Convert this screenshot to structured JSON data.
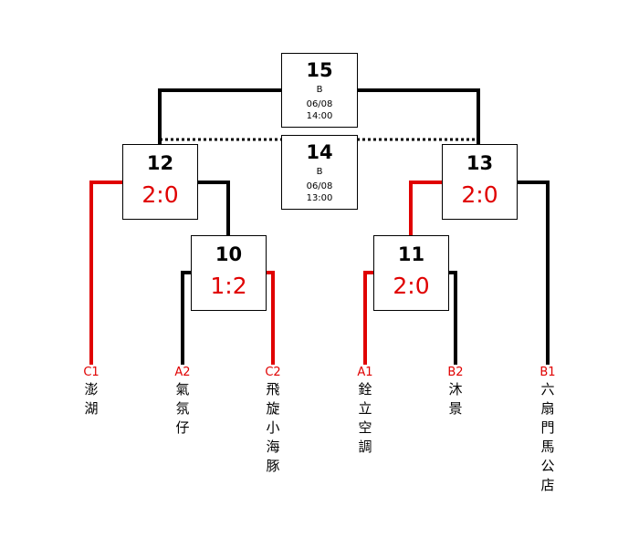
{
  "colors": {
    "winner": "#e00000",
    "normal": "#000000"
  },
  "matches": {
    "m15": {
      "num": "15",
      "group": "B",
      "date": "06/08",
      "time": "14:00"
    },
    "m14": {
      "num": "14",
      "group": "B",
      "date": "06/08",
      "time": "13:00"
    },
    "m12": {
      "num": "12",
      "score": "2:0"
    },
    "m13": {
      "num": "13",
      "score": "2:0"
    },
    "m10": {
      "num": "10",
      "score": "1:2"
    },
    "m11": {
      "num": "11",
      "score": "2:0"
    }
  },
  "teams": [
    {
      "seed": "C1",
      "name": "澎湖"
    },
    {
      "seed": "A2",
      "name": "氣氛仔"
    },
    {
      "seed": "C2",
      "name": "飛旋小海豚"
    },
    {
      "seed": "A1",
      "name": "銓立空調"
    },
    {
      "seed": "B2",
      "name": "沐景"
    },
    {
      "seed": "B1",
      "name": "六扇門馬公店"
    }
  ]
}
